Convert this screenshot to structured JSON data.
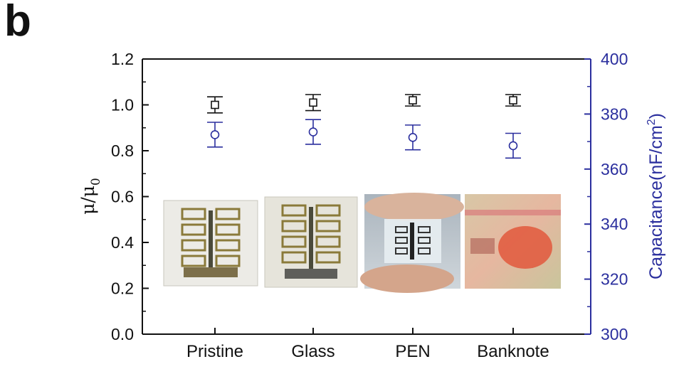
{
  "panel_label": "b",
  "colors": {
    "left_axis": "#111111",
    "right_axis": "#2b2f9e"
  },
  "chart_data": {
    "type": "scatter",
    "categories": [
      "Pristine",
      "Glass",
      "PEN",
      "Banknote"
    ],
    "ylabel_left_main": "μ/μ",
    "ylabel_left_sub": "0",
    "ylabel_right_main": "Capacitance(nF/cm",
    "ylabel_right_sup": "2",
    "ylabel_right_end": ")",
    "ylim_left": [
      0.0,
      1.2
    ],
    "ylim_right": [
      300,
      400
    ],
    "yticks_left": [
      "0.0",
      "0.2",
      "0.4",
      "0.6",
      "0.8",
      "1.0",
      "1.2"
    ],
    "yticks_right": [
      "300",
      "320",
      "340",
      "360",
      "380",
      "400"
    ],
    "grid": false,
    "series": [
      {
        "axis": "left",
        "marker": "square",
        "color": "#111111",
        "values": [
          1.0,
          1.01,
          1.02,
          1.02
        ],
        "err": [
          0.035,
          0.035,
          0.025,
          0.025
        ]
      },
      {
        "axis": "right",
        "marker": "circle",
        "color": "#2b2f9e",
        "values": [
          372.5,
          373.5,
          371.5,
          368.5
        ],
        "err": [
          4.5,
          4.5,
          4.5,
          4.5
        ]
      }
    ],
    "photos": [
      {
        "name": "pristine-photo",
        "style": "device-white"
      },
      {
        "name": "glass-photo",
        "style": "device-glass"
      },
      {
        "name": "pen-photo",
        "style": "flexible-film"
      },
      {
        "name": "banknote-photo",
        "style": "banknote"
      }
    ]
  }
}
